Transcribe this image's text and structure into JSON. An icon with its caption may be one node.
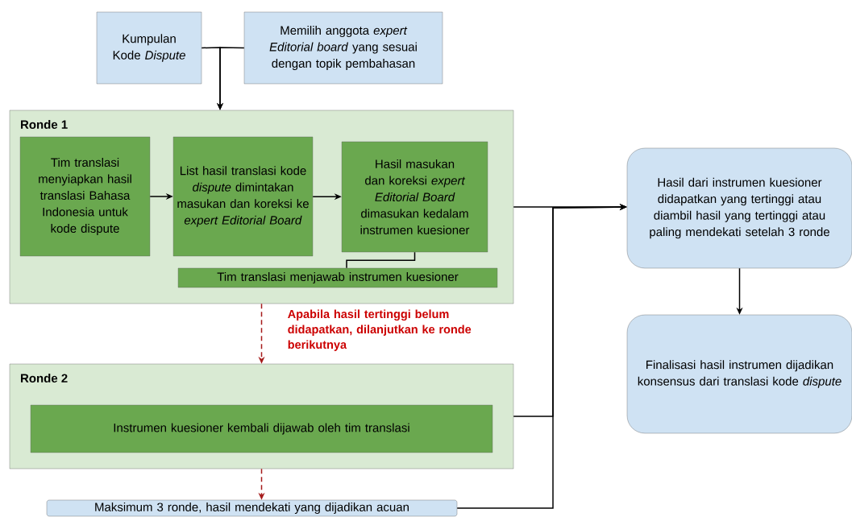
{
  "diagram": {
    "nodes": [
      {
        "text": [
          "Kumpulan Kode *Dispute*"
        ]
      },
      {
        "text": [
          "Memilih anggota *expert Editorial board* yang sesuai dengan topik pembahasan"
        ]
      },
      {
        "text": [
          "Ronde 1"
        ]
      },
      {
        "text": [
          "Tim translasi menyiapkan hasil translasi Bahasa Indonesia untuk kode dispute"
        ],
        "in": 2
      },
      {
        "text": [
          "List hasil translasi kode *dispute* dimintakan masukan dan koreksi ke *expert Editorial Board*"
        ],
        "in": 2
      },
      {
        "text": [
          "Hasil masukan dan koreksi *expert Editorial Board* dimasukan kedalam instrumen kuesioner"
        ],
        "in": 2
      },
      {
        "text": [
          "Tim translasi menjawab instrumen kuesioner"
        ],
        "in": 2
      },
      {
        "text": [
          "Ronde 2"
        ]
      },
      {
        "text": [
          "Instrumen kuesioner kembali dijawab oleh tim translasi"
        ],
        "in": 7
      },
      {
        "text": [
          "Maksimum 3 ronde, hasil mendekati yang dijadikan acuan"
        ]
      },
      {
        "text": [
          "Hasil dari instrumen kuesioner didapatkan yang tertinggi atau diambil hasil yang tertinggi atau paling mendekati setelah 3 ronde"
        ]
      },
      {
        "text": [
          "Finalisasi hasil instrumen dijadikan konsensus dari translasi kode *dispute*"
        ]
      }
    ],
    "edges": [
      {
        "from": 0,
        "to": 2,
        "arrow": "to"
      },
      {
        "from": 1,
        "to": 2,
        "arrow": "to"
      },
      {
        "from": 3,
        "to": 4,
        "arrow": "to"
      },
      {
        "from": 4,
        "to": 5,
        "arrow": "to"
      },
      {
        "from": 5,
        "to": 6,
        "arrow": "none"
      },
      {
        "from": 2,
        "to": 7,
        "arrow": "to",
        "style": "dashed",
        "color": "#a61c1c",
        "label": "Apabila hasil tertinggi belum didapatkan, dilanjutkan ke ronde berikutnya"
      },
      {
        "from": 7,
        "to": 9,
        "arrow": "to",
        "style": "dashed",
        "color": "#a61c1c"
      },
      {
        "from": 2,
        "to": 10,
        "arrow": "to"
      },
      {
        "from": 7,
        "to": 10,
        "arrow": "to"
      },
      {
        "from": 9,
        "to": 10,
        "arrow": "to"
      },
      {
        "from": 10,
        "to": 11,
        "arrow": "to"
      }
    ]
  }
}
